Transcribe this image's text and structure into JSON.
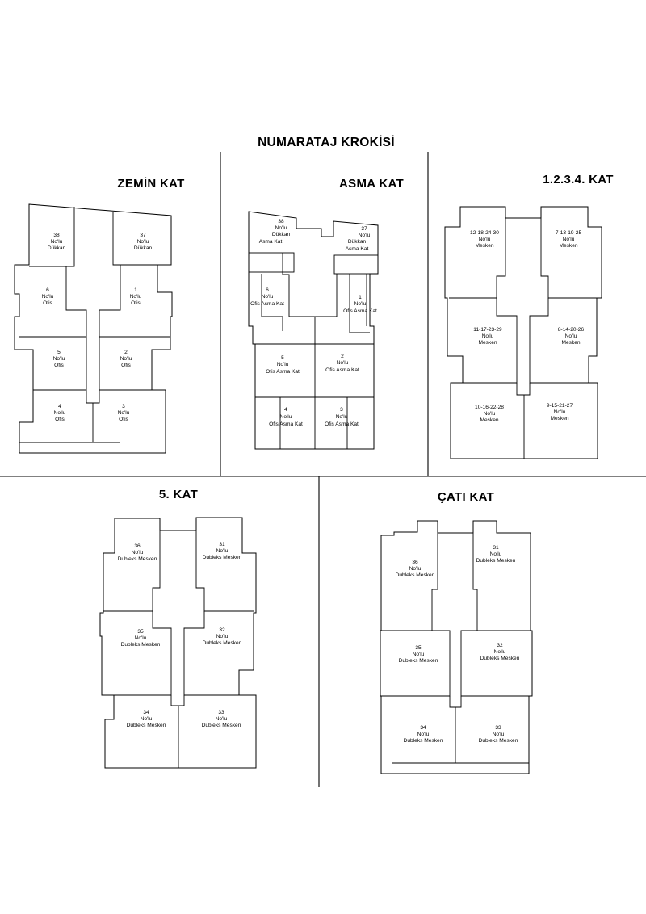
{
  "title": "NUMARATAJ KROKİSİ",
  "sections": {
    "zemin": "ZEMİN KAT",
    "asma": "ASMA KAT",
    "kat1234": "1.2.3.4.  KAT",
    "kat5": "5. KAT",
    "cati": "ÇATI KAT"
  },
  "units": {
    "zemin": [
      {
        "no": "38",
        "noLabel": "No'lu",
        "type": "Dükkan"
      },
      {
        "no": "37",
        "noLabel": "No'lu",
        "type": "Dükkan"
      },
      {
        "no": "6",
        "noLabel": "No'lu",
        "type": "Ofis"
      },
      {
        "no": "1",
        "noLabel": "No'lu",
        "type": "Ofis"
      },
      {
        "no": "5",
        "noLabel": "No'lu",
        "type": "Ofis"
      },
      {
        "no": "2",
        "noLabel": "No'lu",
        "type": "Ofis"
      },
      {
        "no": "4",
        "noLabel": "No'lu",
        "type": "Ofis"
      },
      {
        "no": "3",
        "noLabel": "No'lu",
        "type": "Ofis"
      }
    ],
    "asma": [
      {
        "no": "38",
        "noLabel": "No'lu",
        "type": "Dükkan",
        "extra": "Asma Kat"
      },
      {
        "no": "37",
        "noLabel": "No'lu",
        "type": "Dükkan",
        "extra": "Asma Kat"
      },
      {
        "no": "6",
        "noLabel": "No'lu",
        "type": "Ofis Asma Kat"
      },
      {
        "no": "1",
        "noLabel": "No'lu",
        "type": "Ofis Asma Kat"
      },
      {
        "no": "5",
        "noLabel": "No'lu",
        "type": "Ofis Asma Kat"
      },
      {
        "no": "2",
        "noLabel": "No'lu",
        "type": "Ofis Asma Kat"
      },
      {
        "no": "4",
        "noLabel": "No'lu",
        "type": "Ofis Asma Kat"
      },
      {
        "no": "3",
        "noLabel": "No'lu",
        "type": "Ofis Asma Kat"
      }
    ],
    "kat1234": [
      {
        "no": "12-18-24-30",
        "noLabel": "No'lu",
        "type": "Mesken"
      },
      {
        "no": "7-13-19-25",
        "noLabel": "No'lu",
        "type": "Mesken"
      },
      {
        "no": "11-17-23-29",
        "noLabel": "No'lu",
        "type": "Mesken"
      },
      {
        "no": "8-14-20-26",
        "noLabel": "No'lu",
        "type": "Mesken"
      },
      {
        "no": "10-16-22-28",
        "noLabel": "No'lu",
        "type": "Mesken"
      },
      {
        "no": "9-15-21-27",
        "noLabel": "No'lu",
        "type": "Mesken"
      }
    ],
    "kat5": [
      {
        "no": "36",
        "noLabel": "No'lu",
        "type": "Dubleks Mesken"
      },
      {
        "no": "31",
        "noLabel": "No'lu",
        "type": "Dubleks Mesken"
      },
      {
        "no": "35",
        "noLabel": "No'lu",
        "type": "Dubleks Mesken"
      },
      {
        "no": "32",
        "noLabel": "No'lu",
        "type": "Dubleks Mesken"
      },
      {
        "no": "34",
        "noLabel": "No'lu",
        "type": "Dubleks Mesken"
      },
      {
        "no": "33",
        "noLabel": "No'lu",
        "type": "Dubleks Mesken"
      }
    ],
    "cati": [
      {
        "no": "36",
        "noLabel": "No'lu",
        "type": "Dubleks Mesken"
      },
      {
        "no": "31",
        "noLabel": "No'lu",
        "type": "Dubleks Mesken"
      },
      {
        "no": "35",
        "noLabel": "No'lu",
        "type": "Dubleks Mesken"
      },
      {
        "no": "32",
        "noLabel": "No'lu",
        "type": "Dubleks Mesken"
      },
      {
        "no": "34",
        "noLabel": "No'lu",
        "type": "Dubleks Mesken"
      },
      {
        "no": "33",
        "noLabel": "No'lu",
        "type": "Dubleks Mesken"
      }
    ]
  }
}
